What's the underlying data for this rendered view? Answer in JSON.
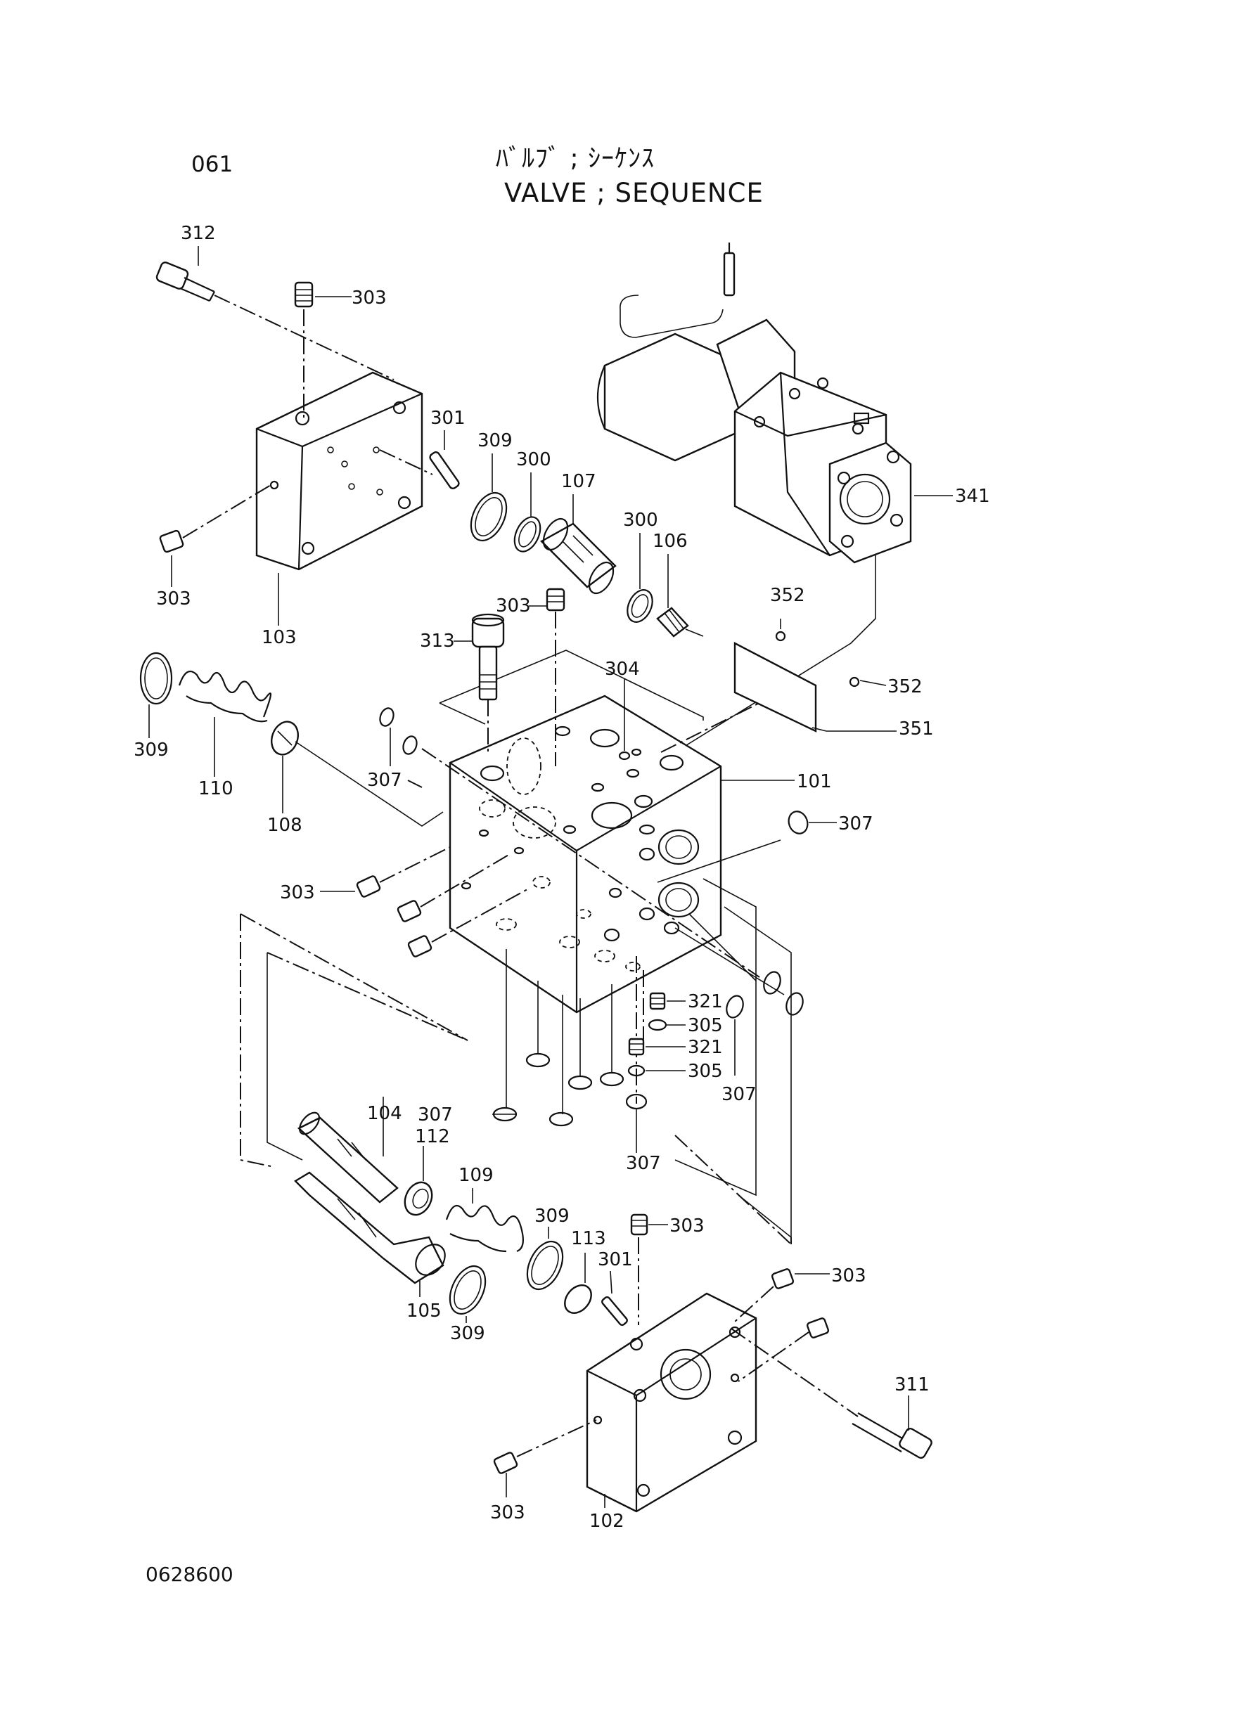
{
  "header": {
    "section_code": "061",
    "title_jp": "ﾊﾞﾙﾌﾞ ; ｼｰｹﾝｽ",
    "title_en": "VALVE ; SEQUENCE"
  },
  "footer": {
    "drawing_number": "0628600"
  },
  "parts": {
    "p312": "312",
    "p303a": "303",
    "p301a": "301",
    "p309a": "309",
    "p300a": "300",
    "p107": "107",
    "p300b": "300",
    "p106": "106",
    "p341": "341",
    "p303b": "303",
    "p103": "103",
    "p303c": "303",
    "p313": "313",
    "p352a": "352",
    "p304": "304",
    "p352b": "352",
    "p351": "351",
    "p309b": "309",
    "p110": "110",
    "p108": "108",
    "p307a": "307",
    "p101": "101",
    "p307b": "307",
    "p303d": "303",
    "p321a": "321",
    "p305a": "305",
    "p321b": "321",
    "p305b": "305",
    "p307c": "307",
    "p307d": "307",
    "p307e": "307",
    "p104": "104",
    "p112": "112",
    "p109": "109",
    "p309c": "309",
    "p113": "113",
    "p301b": "301",
    "p303e": "303",
    "p303f": "303",
    "p105": "105",
    "p309d": "309",
    "p311": "311",
    "p303g": "303",
    "p102": "102"
  }
}
